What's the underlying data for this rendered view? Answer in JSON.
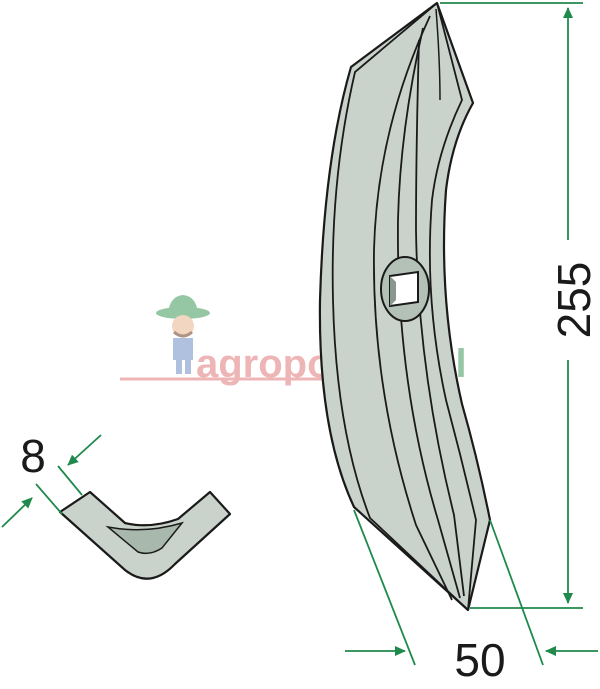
{
  "dimensions": {
    "height": "255",
    "width": "50",
    "thickness": "8"
  },
  "watermark": {
    "brand": "agropomoc",
    "tld": ".pl",
    "mascot": "farmer-mascot"
  },
  "colors": {
    "part_fill": "#c9d3cc",
    "part_shadow": "#a9b8ad",
    "outline": "#1a1a1a",
    "dimension_line": "#1f8a4c",
    "watermark_text": "#e07a7a",
    "watermark_hat": "#3f9a5a"
  }
}
